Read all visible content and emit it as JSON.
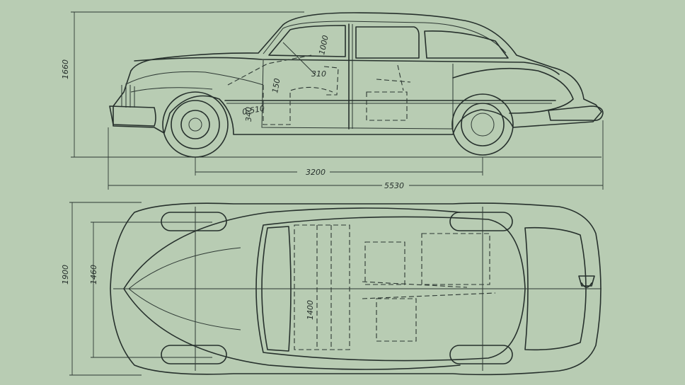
{
  "dimensions": {
    "height": "1660",
    "wheelbase": "3200",
    "length": "5530",
    "width": "1900",
    "track": "1460",
    "interior_width": "1400",
    "headroom": "1000",
    "seat_height": "310",
    "cushion_height": "150",
    "floor_height": "340",
    "seat_depth": "0-510"
  }
}
